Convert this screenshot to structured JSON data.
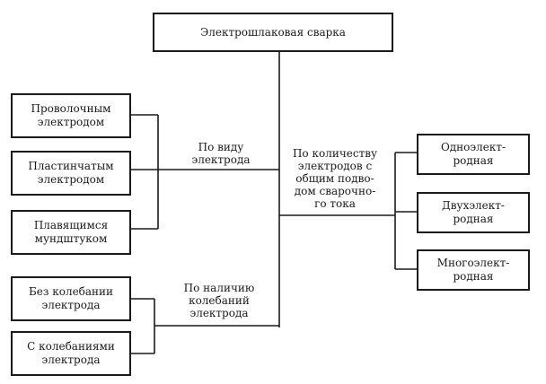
{
  "root": "Электрошлаковая сварка",
  "branches": {
    "by_electrode_type": "По виду\nэлектрода",
    "by_oscillation": "По наличию\nколебаний\nэлектрода",
    "by_electrode_count": "По количеству\nэлектродов с\nобщим подво-\nдом сварочно-\nго тока"
  },
  "electrode_type_items": [
    "Проволочным\nэлектродом",
    "Пластинчатым\nэлектродом",
    "Плавящимся\nмундштуком"
  ],
  "oscillation_items": [
    "Без колебании\nэлектрода",
    "С колебаниями\nэлектрода"
  ],
  "electrode_count_items": [
    "Одноэлект-\nродная",
    "Двухэлект-\nродная",
    "Многоэлект-\nродная"
  ]
}
